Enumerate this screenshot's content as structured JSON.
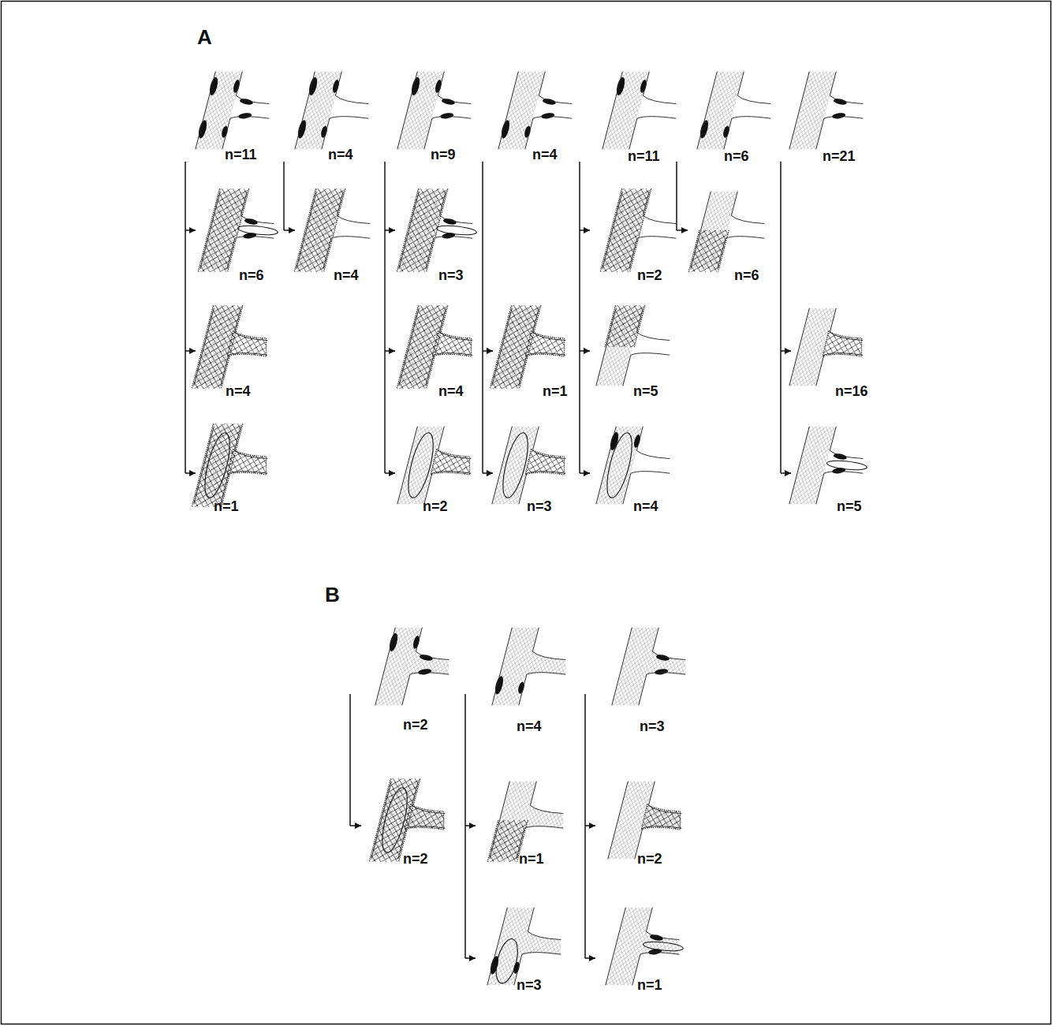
{
  "diagram": {
    "labels": [
      "A",
      "n=11",
      "n=4",
      "n=9",
      "n=4",
      "n=11",
      "n=6",
      "n=21",
      "n=6",
      "n=4",
      "n=3",
      "n=2",
      "n=6",
      "n=4",
      "n=4",
      "n=1",
      "n=5",
      "n=16",
      "n=1",
      "n=2",
      "n=3",
      "n=4",
      "n=5",
      "B",
      "n=2",
      "n=4",
      "n=3",
      "n=2",
      "n=1",
      "n=2",
      "n=3",
      "n=1"
    ]
  }
}
